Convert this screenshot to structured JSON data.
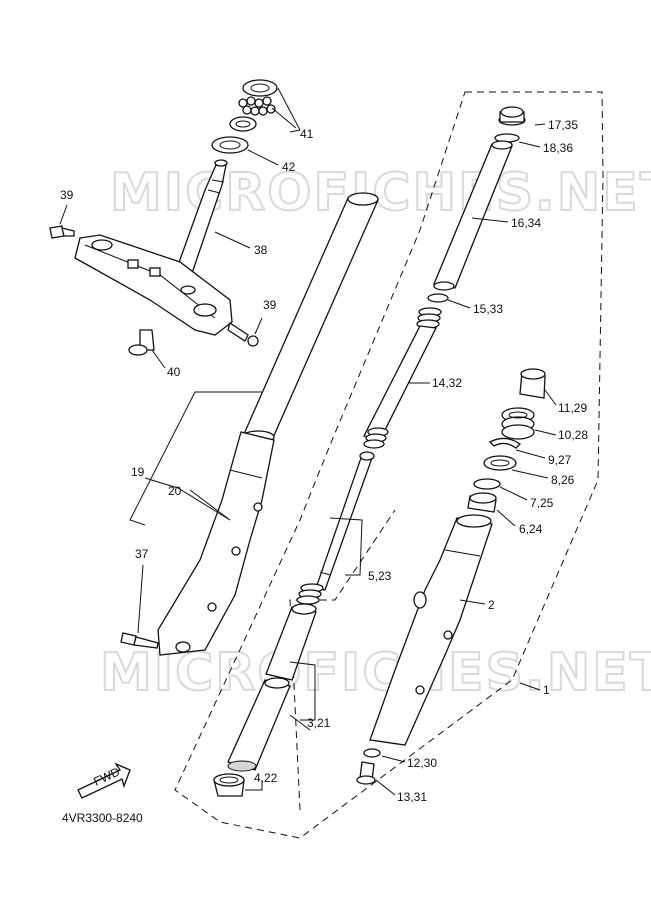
{
  "watermark": "MICROFICHES.NET",
  "diagram_code": "4VR3300-8240",
  "fwd_label": "FWD",
  "callouts": {
    "p1": "1",
    "p2": "2",
    "p3": "3,21",
    "p4": "4,22",
    "p5": "5,23",
    "p6": "6,24",
    "p7": "7,25",
    "p8": "8,26",
    "p9": "9,27",
    "p10": "10,28",
    "p11": "11,29",
    "p12": "12,30",
    "p13": "13,31",
    "p14": "14,32",
    "p15": "15,33",
    "p16": "16,34",
    "p17": "17,35",
    "p18": "18,36",
    "p19": "19",
    "p20": "20",
    "p37": "37",
    "p38": "38",
    "p39a": "39",
    "p39b": "39",
    "p40": "40",
    "p41": "41",
    "p42": "42"
  }
}
